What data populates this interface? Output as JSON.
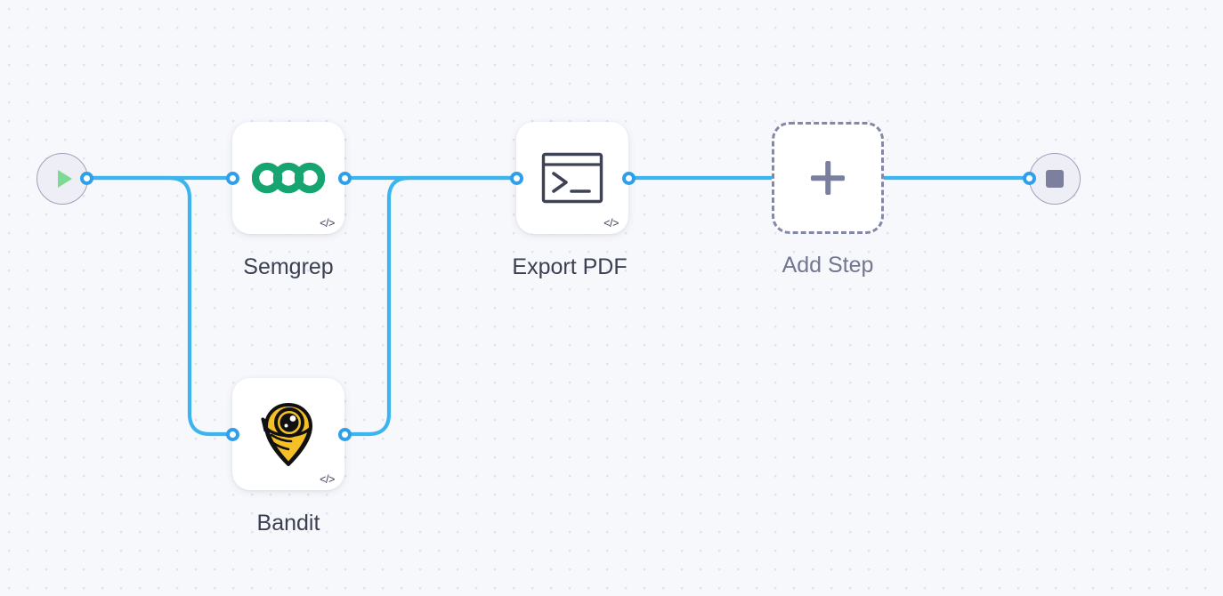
{
  "canvas": {
    "background_color": "#f7f8fc",
    "grid_dot_color": "#dfe1ee",
    "edge_color": "#3cb4ee",
    "handle_color": "#2e9fe8"
  },
  "nodes": {
    "start": {
      "name": "start",
      "icon": "play-icon",
      "label": "",
      "accent_color": "#7ed994"
    },
    "semgrep": {
      "name": "semgrep",
      "label": "Semgrep",
      "icon": "semgrep-logo-icon",
      "badge": "</>",
      "accent_color": "#16a571"
    },
    "bandit": {
      "name": "bandit",
      "label": "Bandit",
      "icon": "bandit-logo-icon",
      "badge": "</>",
      "accent_color": "#f5c026"
    },
    "export_pdf": {
      "name": "export-pdf",
      "label": "Export PDF",
      "icon": "terminal-icon",
      "badge": "</>",
      "accent_color": "#3e4255"
    },
    "add_step": {
      "name": "add-step",
      "label": "Add Step",
      "icon": "plus-icon",
      "accent_color": "#7b7f9e"
    },
    "end": {
      "name": "end",
      "icon": "stop-icon",
      "label": "",
      "accent_color": "#7c7f9e"
    }
  }
}
